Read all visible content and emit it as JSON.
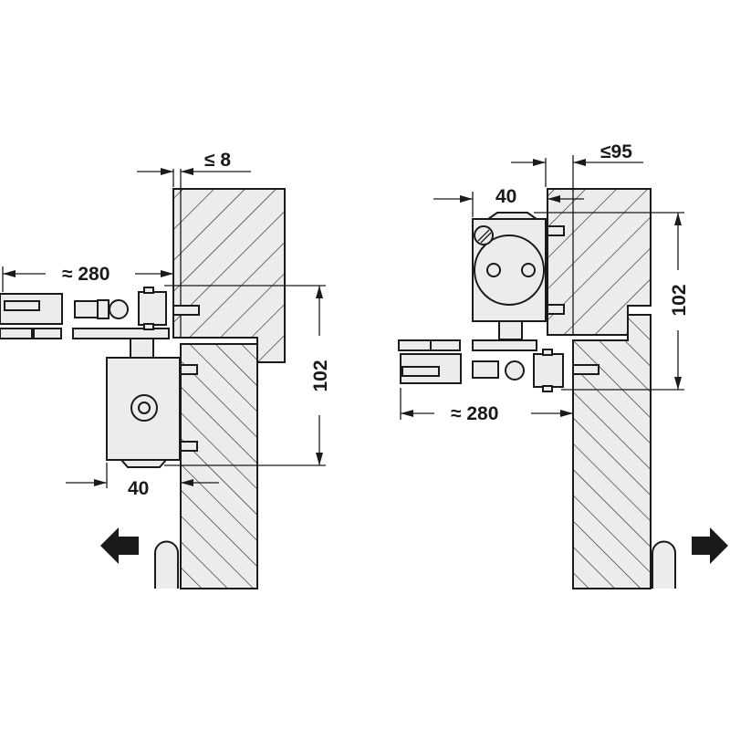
{
  "left_view": {
    "gap_label": "≤ 8",
    "arm_length_label": "≈ 280",
    "height_label": "102",
    "body_depth_label": "40",
    "direction_icon": "arrow-left-icon"
  },
  "right_view": {
    "gap_label": "≤95",
    "body_depth_label": "40",
    "height_label": "102",
    "arm_length_label": "≈ 280",
    "direction_icon": "arrow-right-icon"
  },
  "colors": {
    "line": "#1a1a1a",
    "part_fill": "#ececec"
  }
}
